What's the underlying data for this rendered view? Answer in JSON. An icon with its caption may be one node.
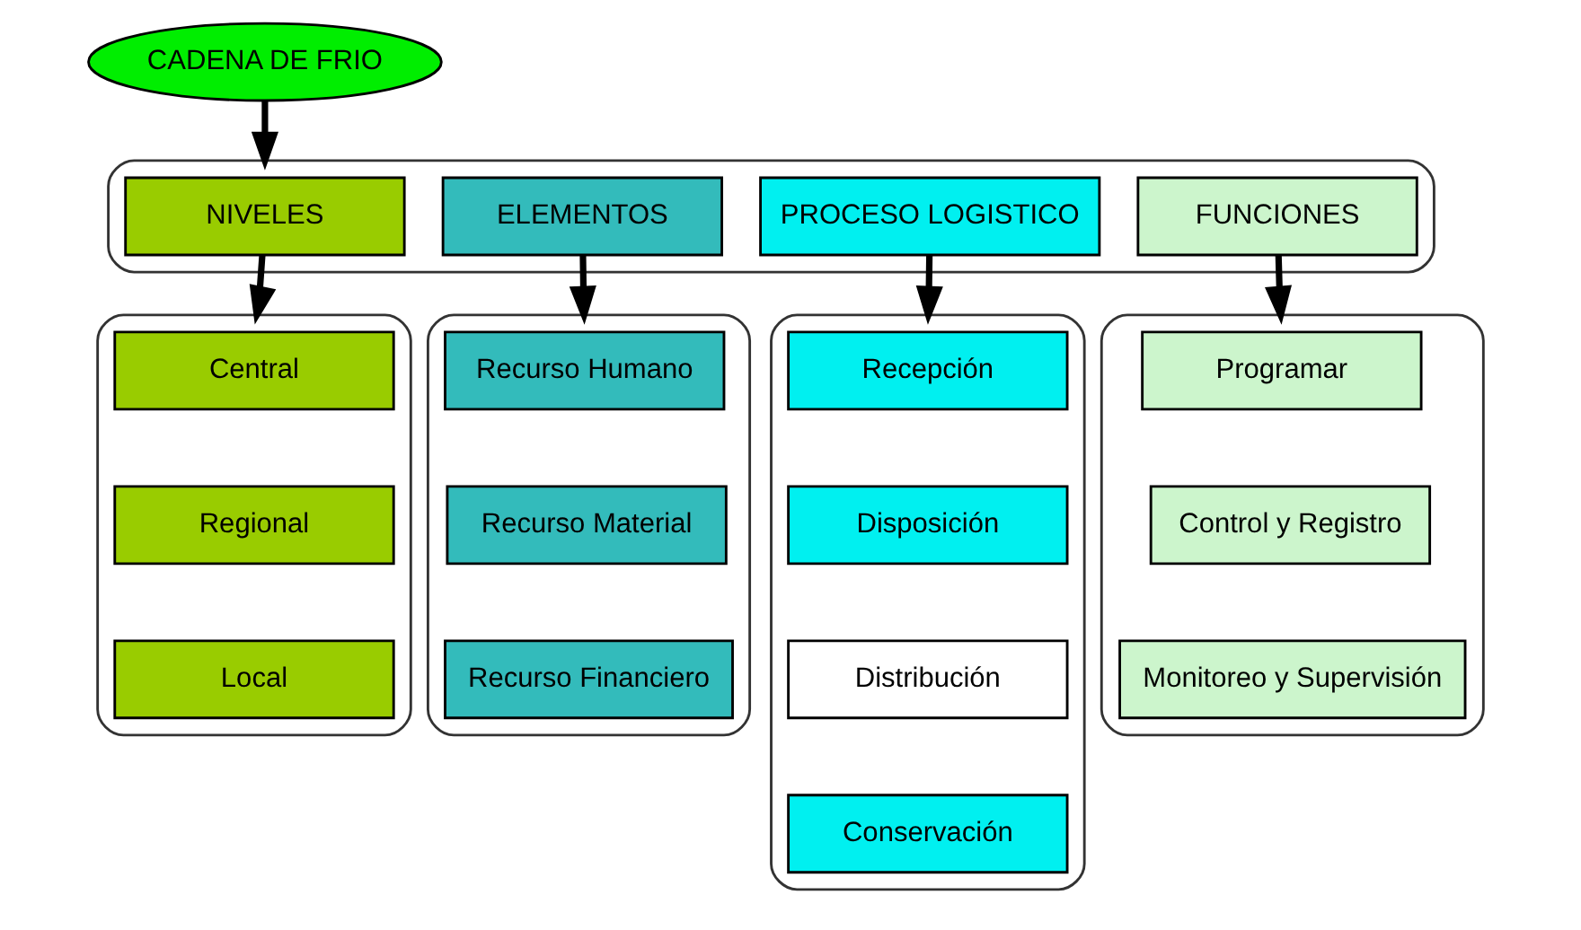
{
  "diagram": {
    "nodes": [
      {
        "text": [
          "CADENA DE FRIO"
        ]
      },
      {
        "text": [],
        "shape": "box"
      },
      {
        "text": [
          "NIVELES"
        ],
        "in": 1
      },
      {
        "text": [
          "ELEMENTOS"
        ],
        "in": 1
      },
      {
        "text": [
          "PROCESO LOGISTICO"
        ],
        "in": 1
      },
      {
        "text": [
          "FUNCIONES"
        ],
        "in": 1
      },
      {
        "text": [],
        "shape": "box"
      },
      {
        "text": [
          "Central"
        ],
        "in": 6
      },
      {
        "text": [
          "Regional"
        ],
        "in": 6
      },
      {
        "text": [
          "Local"
        ],
        "in": 6
      },
      {
        "text": [],
        "shape": "box"
      },
      {
        "text": [
          "Recurso Humano"
        ],
        "in": 10
      },
      {
        "text": [
          "Recurso Material"
        ],
        "in": 10
      },
      {
        "text": [
          "Recurso Financiero"
        ],
        "in": 10
      },
      {
        "text": [],
        "shape": "box"
      },
      {
        "text": [
          "Recepción"
        ],
        "in": 14
      },
      {
        "text": [
          "Disposición"
        ],
        "in": 14
      },
      {
        "text": [
          "Distribución"
        ],
        "in": 14
      },
      {
        "text": [
          "Conservación"
        ],
        "in": 14
      },
      {
        "text": [],
        "shape": "box"
      },
      {
        "text": [
          "Programar"
        ],
        "in": 19
      },
      {
        "text": [
          "Control y Registro"
        ],
        "in": 19
      },
      {
        "text": [
          "Monitoreo y Supervisión"
        ],
        "in": 19
      }
    ],
    "edges": [
      {
        "from": 0,
        "to": 1,
        "arrow": "to"
      },
      {
        "from": 2,
        "to": 6,
        "arrow": "to"
      },
      {
        "from": 3,
        "to": 10,
        "arrow": "to"
      },
      {
        "from": 4,
        "to": 14,
        "arrow": "to"
      },
      {
        "from": 5,
        "to": 19,
        "arrow": "to"
      }
    ]
  }
}
